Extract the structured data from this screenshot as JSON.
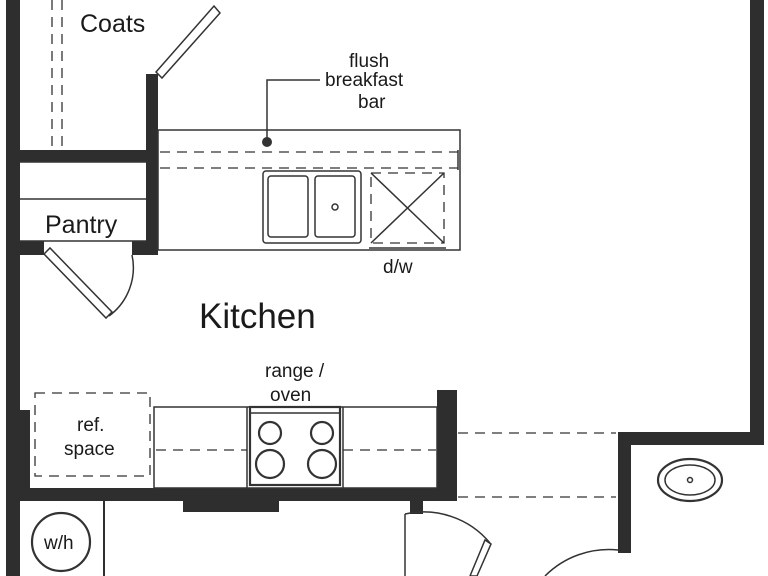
{
  "rooms": {
    "coats": "Coats",
    "pantry": "Pantry",
    "kitchen": "Kitchen"
  },
  "fixtures": {
    "breakfast_bar": [
      "flush",
      "breakfast",
      "bar"
    ],
    "dishwasher": "d/w",
    "range": [
      "range /",
      "oven"
    ],
    "refrigerator": [
      "ref.",
      "space"
    ],
    "water_heater": "w/h"
  },
  "colors": {
    "wall": "#2e2e2e",
    "line": "#333333",
    "background": "#ffffff"
  }
}
